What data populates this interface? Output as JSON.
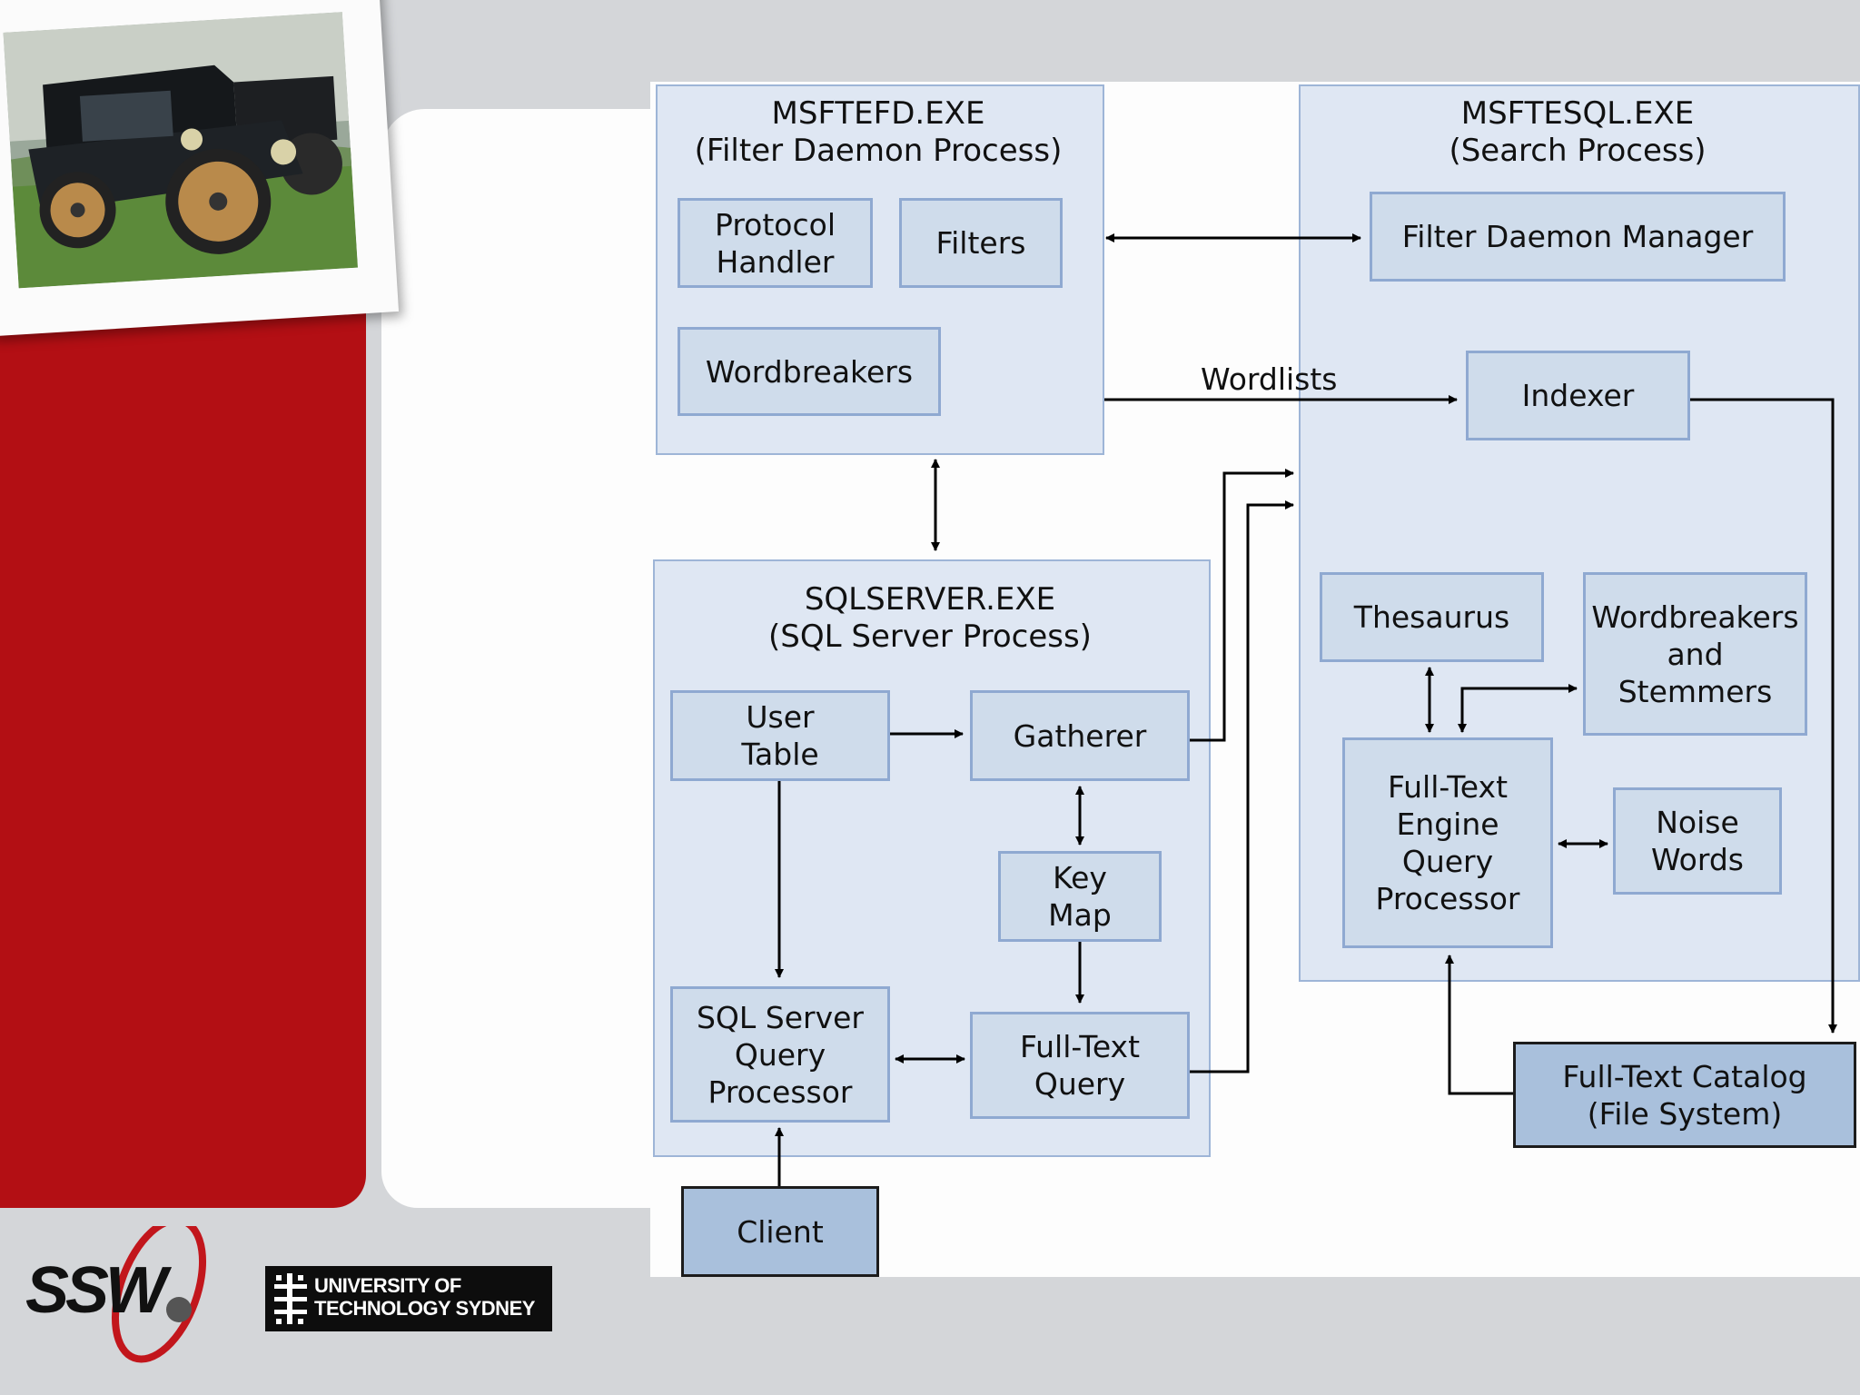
{
  "processes": {
    "filter_daemon": {
      "title": "MSFTEFD.EXE\n(Filter Daemon Process)"
    },
    "search": {
      "title": "MSFTESQL.EXE\n(Search Process)"
    },
    "sql_server": {
      "title": "SQLSERVER.EXE\n(SQL Server Process)"
    }
  },
  "components": {
    "protocol_handler": "Protocol\nHandler",
    "filters": "Filters",
    "wordbreakers": "Wordbreakers",
    "filter_daemon_manager": "Filter Daemon Manager",
    "indexer": "Indexer",
    "thesaurus": "Thesaurus",
    "wordbreakers_stemmers": "Wordbreakers\nand\nStemmers",
    "fulltext_engine": "Full-Text\nEngine\nQuery\nProcessor",
    "noise_words": "Noise\nWords",
    "user_table": "User\nTable",
    "gatherer": "Gatherer",
    "key_map": "Key\nMap",
    "sql_query_processor": "SQL Server\nQuery\nProcessor",
    "fulltext_query": "Full-Text\nQuery",
    "fulltext_catalog": "Full-Text Catalog\n(File System)",
    "client": "Client"
  },
  "edge_labels": {
    "wordlists": "Wordlists"
  },
  "logos": {
    "ssw": "SSW",
    "uts": "UNIVERSITY OF\nTECHNOLOGY SYDNEY"
  },
  "colors": {
    "red_panel": "#b30f14",
    "box_fill": "#cfdceb",
    "process_fill": "#dfe7f3",
    "dark_box_fill": "#a9c0dc"
  }
}
